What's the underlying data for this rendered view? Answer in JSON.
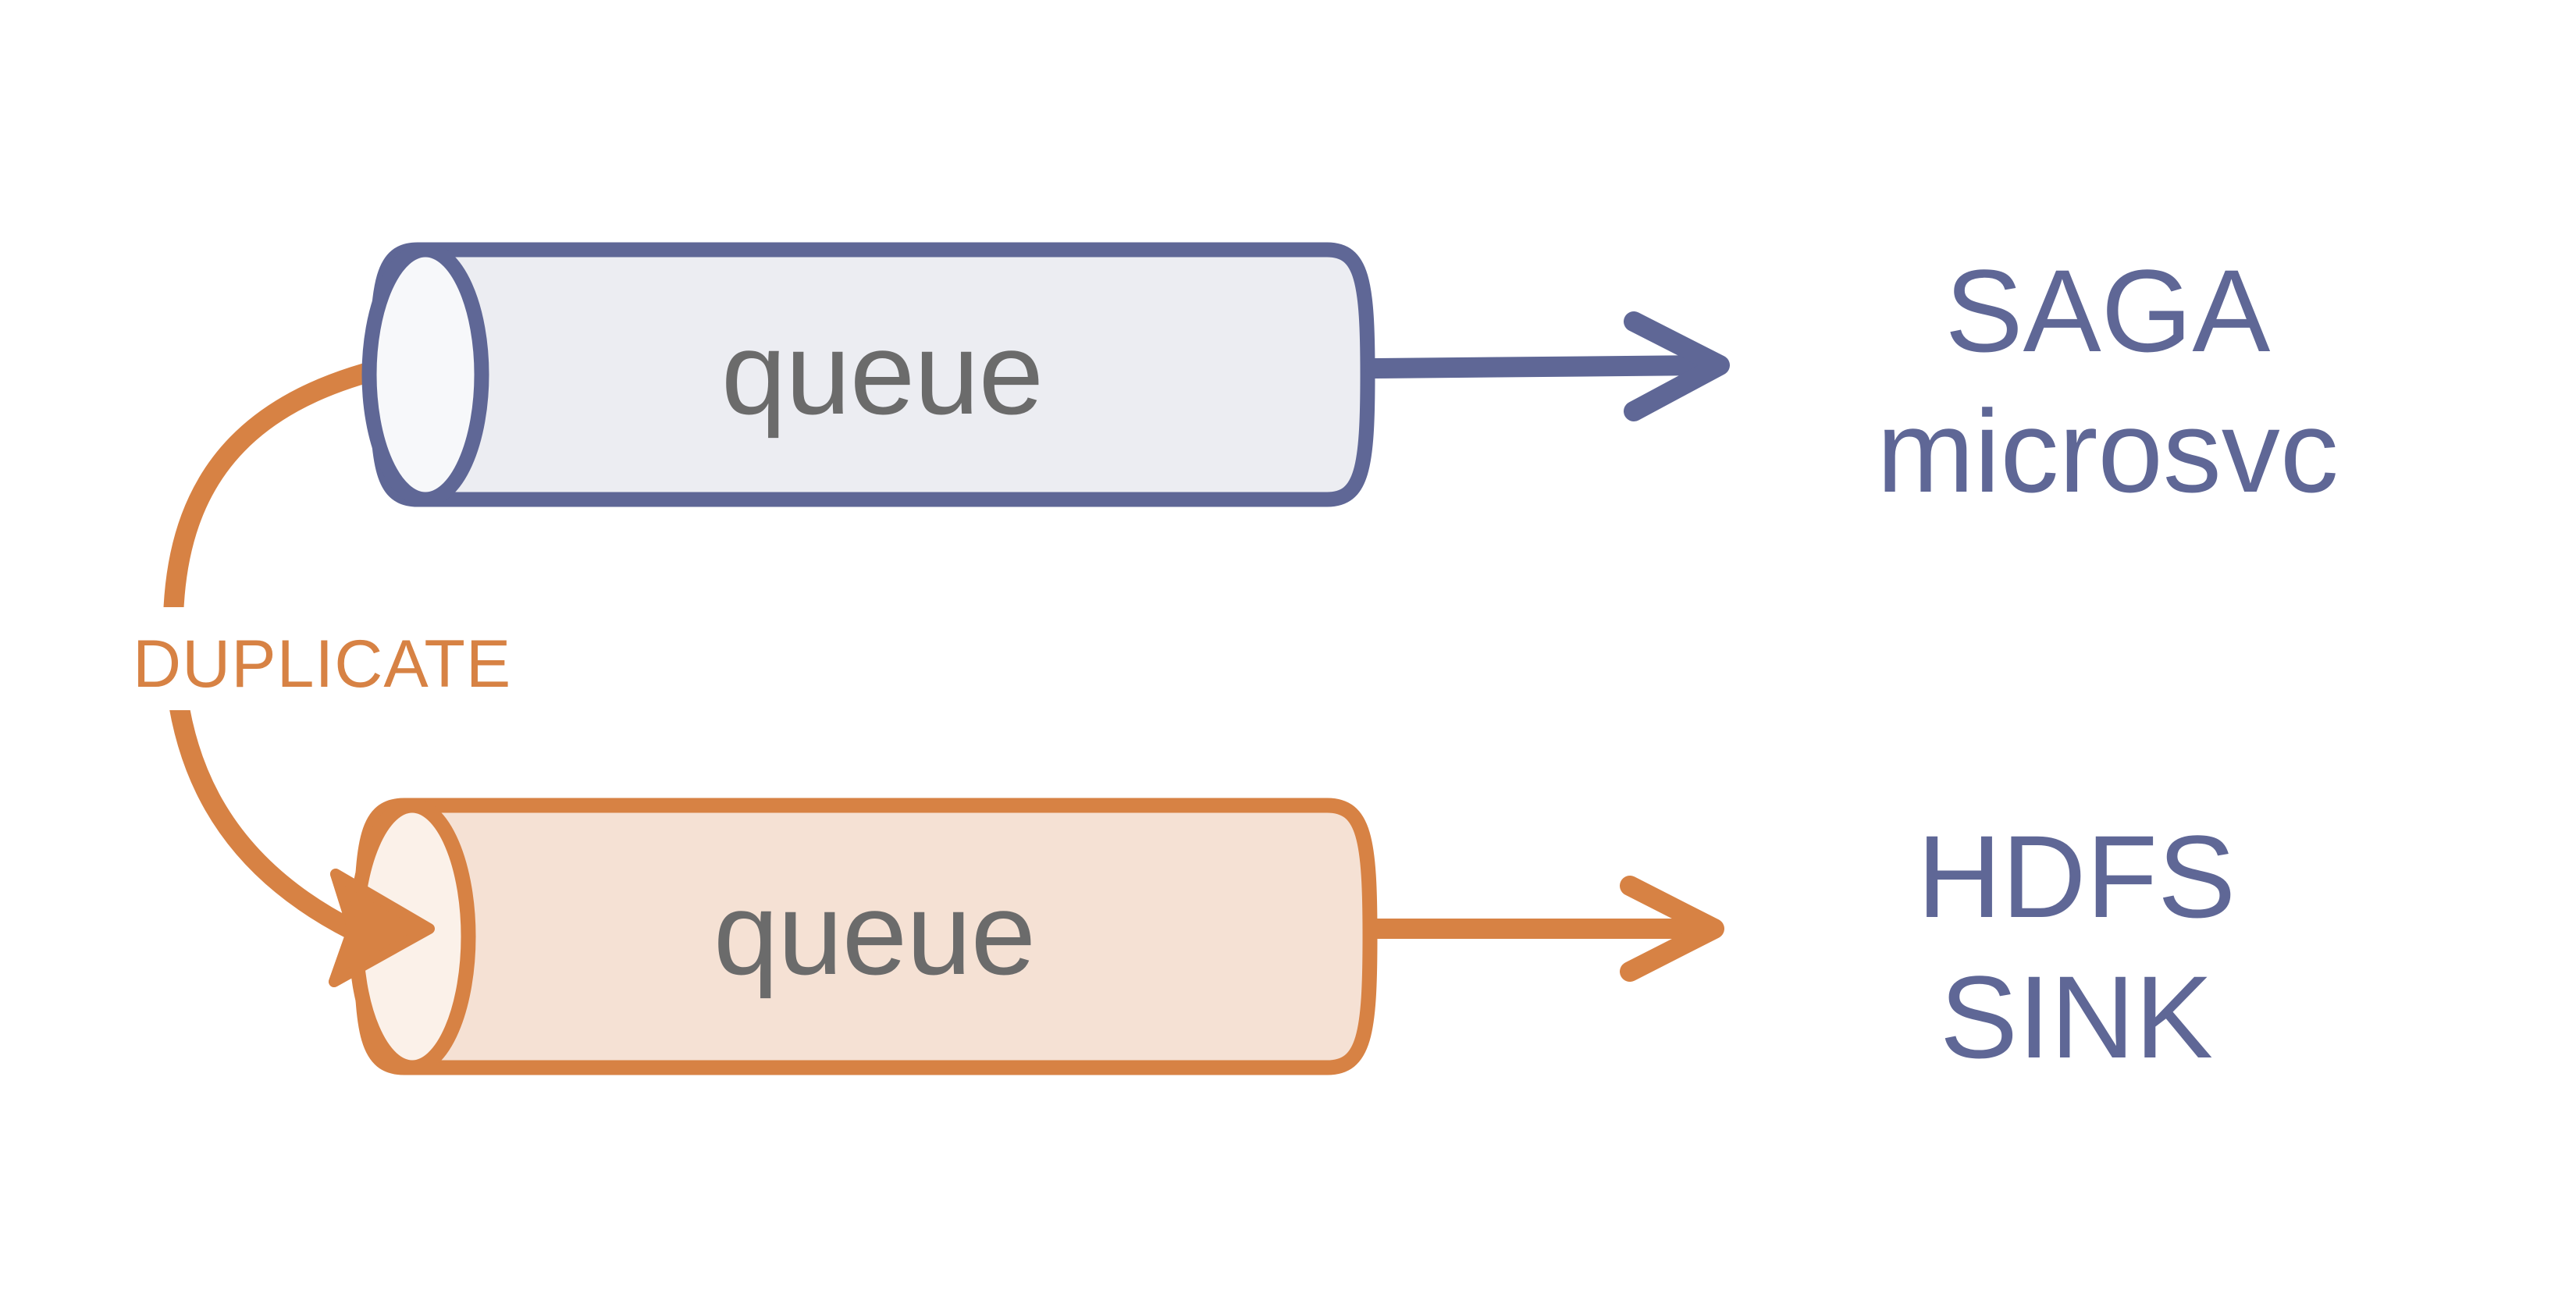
{
  "diagram": {
    "type": "data-flow",
    "background_color": "#ffffff",
    "nodes": [
      {
        "id": "queue-top",
        "shape": "cylinder",
        "label": "queue",
        "label_color": "#6B6B6B",
        "stroke_color": "#5F6796",
        "body_fill": "#ECEDF2",
        "cap_fill": "#F7F8FA"
      },
      {
        "id": "queue-bottom",
        "shape": "cylinder",
        "label": "queue",
        "label_color": "#6B6B6B",
        "stroke_color": "#D78244",
        "body_fill": "#F5E1D4",
        "cap_fill": "#FBF1E9"
      },
      {
        "id": "saga-microsvc",
        "shape": "text",
        "line1": "SAGA",
        "line2": "microsvc",
        "color": "#5F6796"
      },
      {
        "id": "hdfs-sink",
        "shape": "text",
        "line1": "HDFS",
        "line2": "SINK",
        "color": "#5F6796"
      }
    ],
    "edges": [
      {
        "id": "edge-queue-top-to-saga",
        "from": "queue-top",
        "to": "saga-microsvc",
        "label": "",
        "color": "#5F6796",
        "style": "straight-arrow",
        "head": "open-chevron"
      },
      {
        "id": "edge-queue-bottom-to-hdfs",
        "from": "queue-bottom",
        "to": "hdfs-sink",
        "label": "",
        "color": "#D78244",
        "style": "straight-arrow",
        "head": "open-chevron"
      },
      {
        "id": "edge-duplicate",
        "from": "queue-top",
        "to": "queue-bottom",
        "label": "DUPLICATE",
        "label_color": "#D78244",
        "color": "#D78244",
        "style": "curved-arrow",
        "head": "filled-triangle"
      }
    ]
  },
  "colors": {
    "blue": "#5F6796",
    "orange": "#D78244",
    "gray_text": "#6B6B6B",
    "blue_body_fill": "#ECEDF2",
    "blue_cap_fill": "#F7F8FA",
    "orange_body_fill": "#F5E1D4",
    "orange_cap_fill": "#FBF1E9",
    "background": "#ffffff"
  }
}
